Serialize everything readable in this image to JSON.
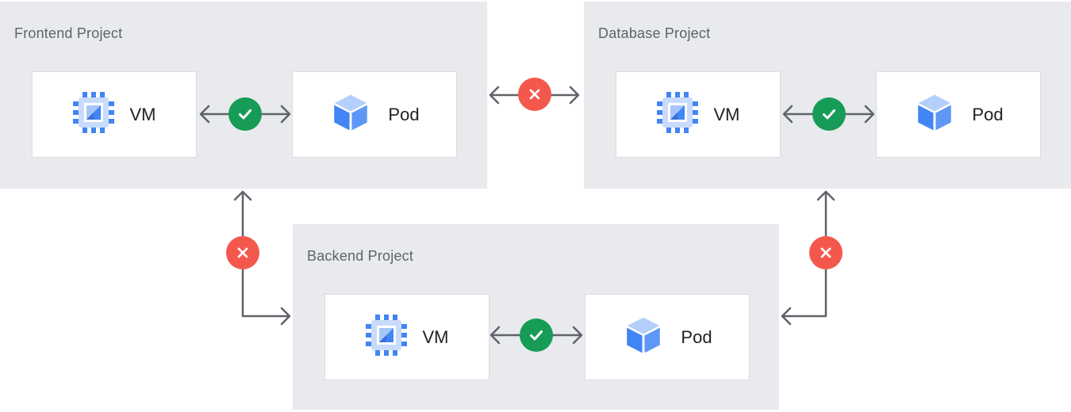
{
  "diagram": {
    "projects": [
      {
        "id": "frontend",
        "title": "Frontend Project",
        "nodes": [
          {
            "label": "VM",
            "icon": "vm-icon"
          },
          {
            "label": "Pod",
            "icon": "pod-icon"
          }
        ],
        "vm_pod_connection": "allowed"
      },
      {
        "id": "database",
        "title": "Database Project",
        "nodes": [
          {
            "label": "VM",
            "icon": "vm-icon"
          },
          {
            "label": "Pod",
            "icon": "pod-icon"
          }
        ],
        "vm_pod_connection": "allowed"
      },
      {
        "id": "backend",
        "title": "Backend Project",
        "nodes": [
          {
            "label": "VM",
            "icon": "vm-icon"
          },
          {
            "label": "Pod",
            "icon": "pod-icon"
          }
        ],
        "vm_pod_connection": "allowed"
      }
    ],
    "cross_project_connections": [
      {
        "from": "Frontend Project",
        "to": "Database Project",
        "status": "blocked"
      },
      {
        "from": "Frontend Project",
        "to": "Backend Project",
        "status": "blocked"
      },
      {
        "from": "Database Project",
        "to": "Backend Project",
        "status": "blocked"
      }
    ],
    "status_icons": {
      "allowed": "check-icon",
      "blocked": "x-icon"
    },
    "colors": {
      "panel_bg": "#E8EAED",
      "node_bg": "#FFFFFF",
      "node_border": "#DADCE0",
      "arrow": "#5F6368",
      "allowed_green": "#169C57",
      "blocked_red": "#F4584C",
      "vm_blue": "#4285F4",
      "vm_blue_light": "#C9DBFC",
      "vm_fold_light": "#A6C5FA",
      "vm_fold_dark": "#3A6FD9",
      "pod_left_blue": "#4285F4",
      "pod_right_blue": "#5E97F6",
      "pod_top_blue": "#B4CFFB",
      "label_gray": "#5F6368",
      "text_dark": "#202124"
    }
  }
}
